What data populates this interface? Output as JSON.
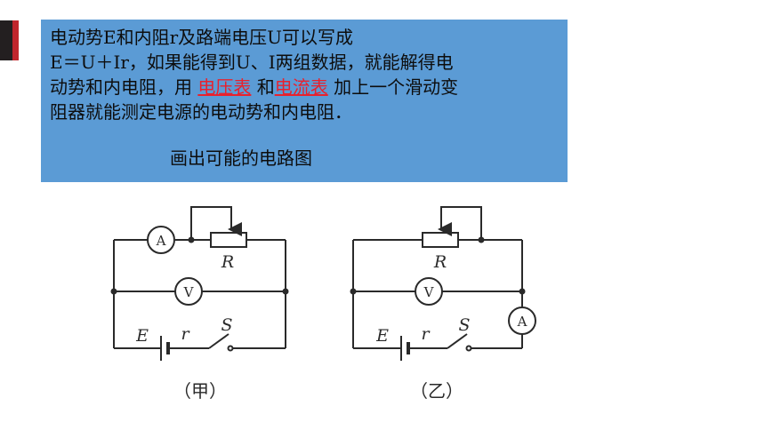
{
  "slide": {
    "paragraph": {
      "line1": "电动势E和内阻r及路端电压U可以写成",
      "line2": "E＝U＋Ir，如果能得到U、I两组数据，就能解得电",
      "line3_before": "动势和内电阻，用 ",
      "highlight_1": "电压表",
      "line3_mid": " 和",
      "highlight_2": "电流表",
      "line3_after": " 加上一个滑动变",
      "line4": "阻器就能测定电源的电动势和内电阻．"
    },
    "subheading": "画出可能的电路图",
    "highlight_color": "#e8212d",
    "box_color": "#5b9bd5"
  },
  "circuits": {
    "left": {
      "ammeter": "A",
      "voltmeter": "V",
      "resistor": "R",
      "emf": "E",
      "internal_resistance": "r",
      "switch": "S",
      "caption": "（甲）"
    },
    "right": {
      "ammeter": "A",
      "voltmeter": "V",
      "resistor": "R",
      "emf": "E",
      "internal_resistance": "r",
      "switch": "S",
      "caption": "（乙）"
    }
  }
}
